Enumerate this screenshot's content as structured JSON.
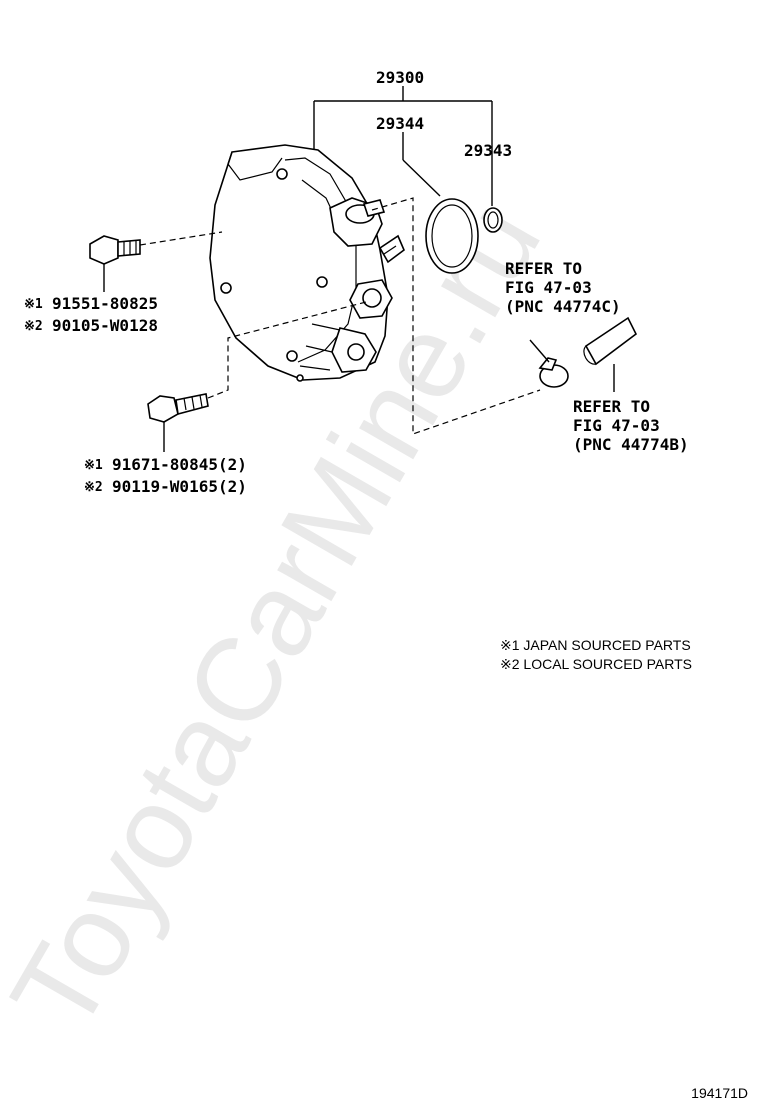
{
  "watermark": "ToyotaCarMine.ru",
  "labels": {
    "assembly": "29300",
    "o_ring_large": "29344",
    "o_ring_small": "29343",
    "refer_clamp_line1": "REFER TO",
    "refer_clamp_line2": "FIG 47-03",
    "refer_clamp_line3": "(PNC 44774C)",
    "refer_hose_line1": "REFER TO",
    "refer_hose_line2": "FIG 47-03",
    "refer_hose_line3": "(PNC 44774B)"
  },
  "bolt_upper": {
    "mark1": "※1",
    "part1": "91551-80825",
    "mark2": "※2",
    "part2": "90105-W0128"
  },
  "bolt_lower": {
    "mark1": "※1",
    "part1": "91671-80845(2)",
    "mark2": "※2",
    "part2": "90119-W0165(2)"
  },
  "legend": {
    "line1": "※1 JAPAN SOURCED PARTS",
    "line2": "※2 LOCAL SOURCED PARTS"
  },
  "figure_number": "194171D"
}
